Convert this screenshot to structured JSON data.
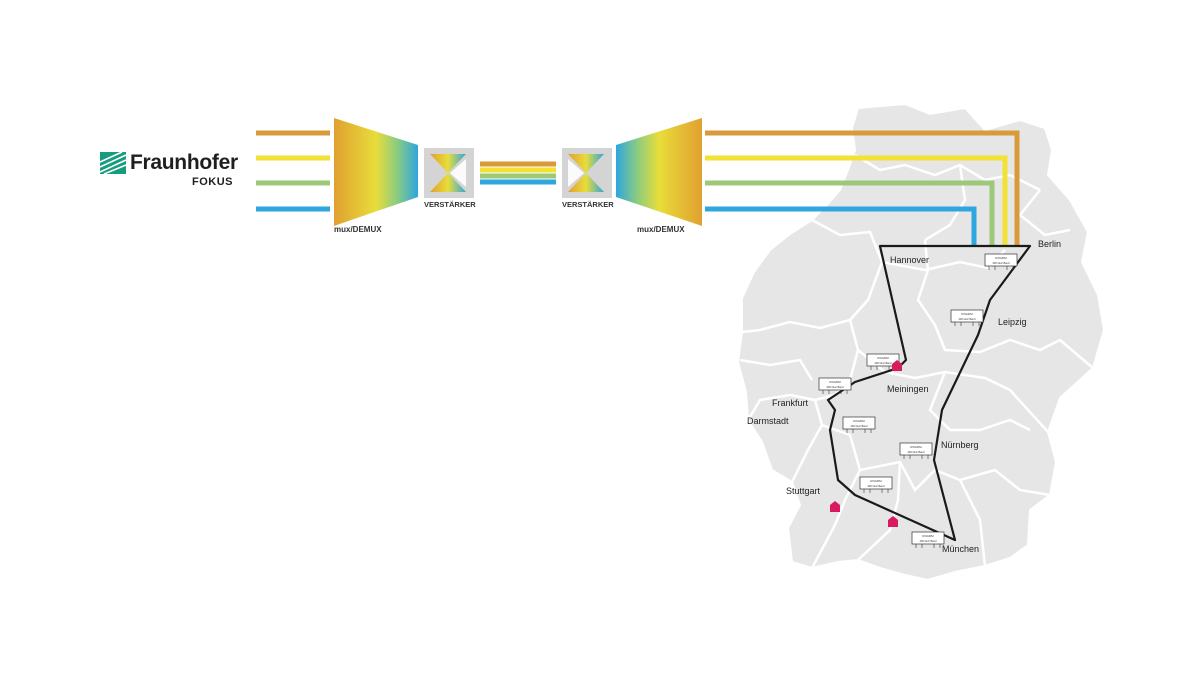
{
  "logo": {
    "name": "Fraunhofer",
    "subname": "FOKUS"
  },
  "diagram": {
    "mux_label": "mux/DEMUX",
    "demux_label": "mux/DEMUX",
    "amp_label_left": "VERSTÄRKER",
    "amp_label_right": "VERSTÄRKER",
    "cities": {
      "hannover": "Hannover",
      "berlin": "Berlin",
      "leipzig": "Leipzig",
      "meiningen": "Meiningen",
      "frankfurt": "Frankfurt",
      "darmstadt": "Darmstadt",
      "nuernberg": "Nürnberg",
      "stuttgart": "Stuttgart",
      "muenchen": "München"
    },
    "device_label": "ROADM",
    "device_sublabel": "400 GHz Band"
  },
  "colors": {
    "orange": "#d99a3a",
    "yellow": "#f2e233",
    "green": "#9cc878",
    "blue": "#2ea6de",
    "map": "#e5e5e5",
    "route": "#1a1a1a",
    "node": "#d81b60",
    "brand_green": "#179c7d"
  }
}
